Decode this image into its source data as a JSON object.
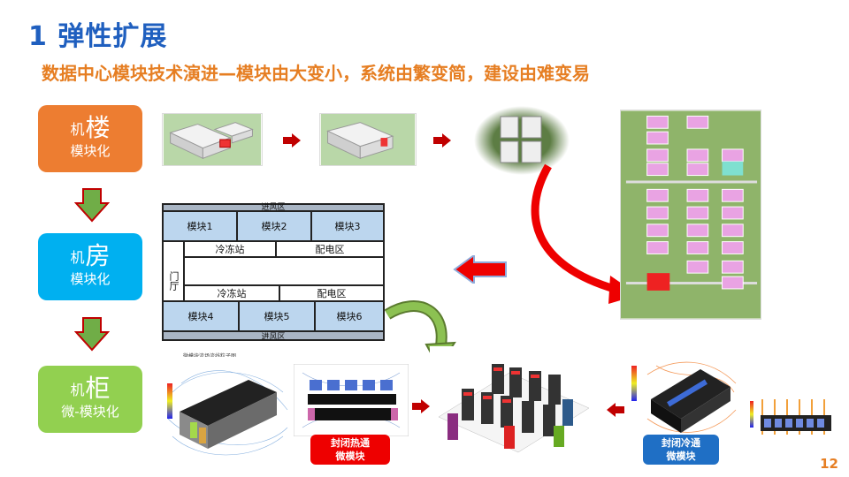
{
  "title": "1 弹性扩展",
  "subtitle": "数据中心模块技术演进—模块由大变小，系统由繁变简，建设由难变易",
  "stages": [
    {
      "prefix": "机",
      "big": "楼",
      "sub": "模块化",
      "color": "#ed7d31"
    },
    {
      "prefix": "机",
      "big": "房",
      "sub": "模块化",
      "color": "#00b0f0"
    },
    {
      "prefix": "机",
      "big": "柜",
      "sub": "微-模块化",
      "color": "#92d050"
    }
  ],
  "floorplan": {
    "top_band": "进风区",
    "bottom_band": "进风区",
    "door": "门厅",
    "modules_top": [
      "模块1",
      "模块2",
      "模块3"
    ],
    "modules_bottom": [
      "模块4",
      "模块5",
      "模块6"
    ],
    "chiller_top": "冷冻站",
    "chiller_bottom": "冷冻站",
    "power_top": "配电区",
    "power_bottom": "配电区"
  },
  "tags": {
    "hot_aisle": [
      "封闭热通",
      "微模块"
    ],
    "cold_aisle": [
      "封闭冷通",
      "微模块"
    ]
  },
  "cfd_caption": "微模块流场流线粒子图",
  "page_number": "12",
  "colors": {
    "title": "#1f5fbf",
    "subtitle": "#e67e22",
    "arrow_red": "#c00000",
    "arrow_green": "#70ad47"
  }
}
